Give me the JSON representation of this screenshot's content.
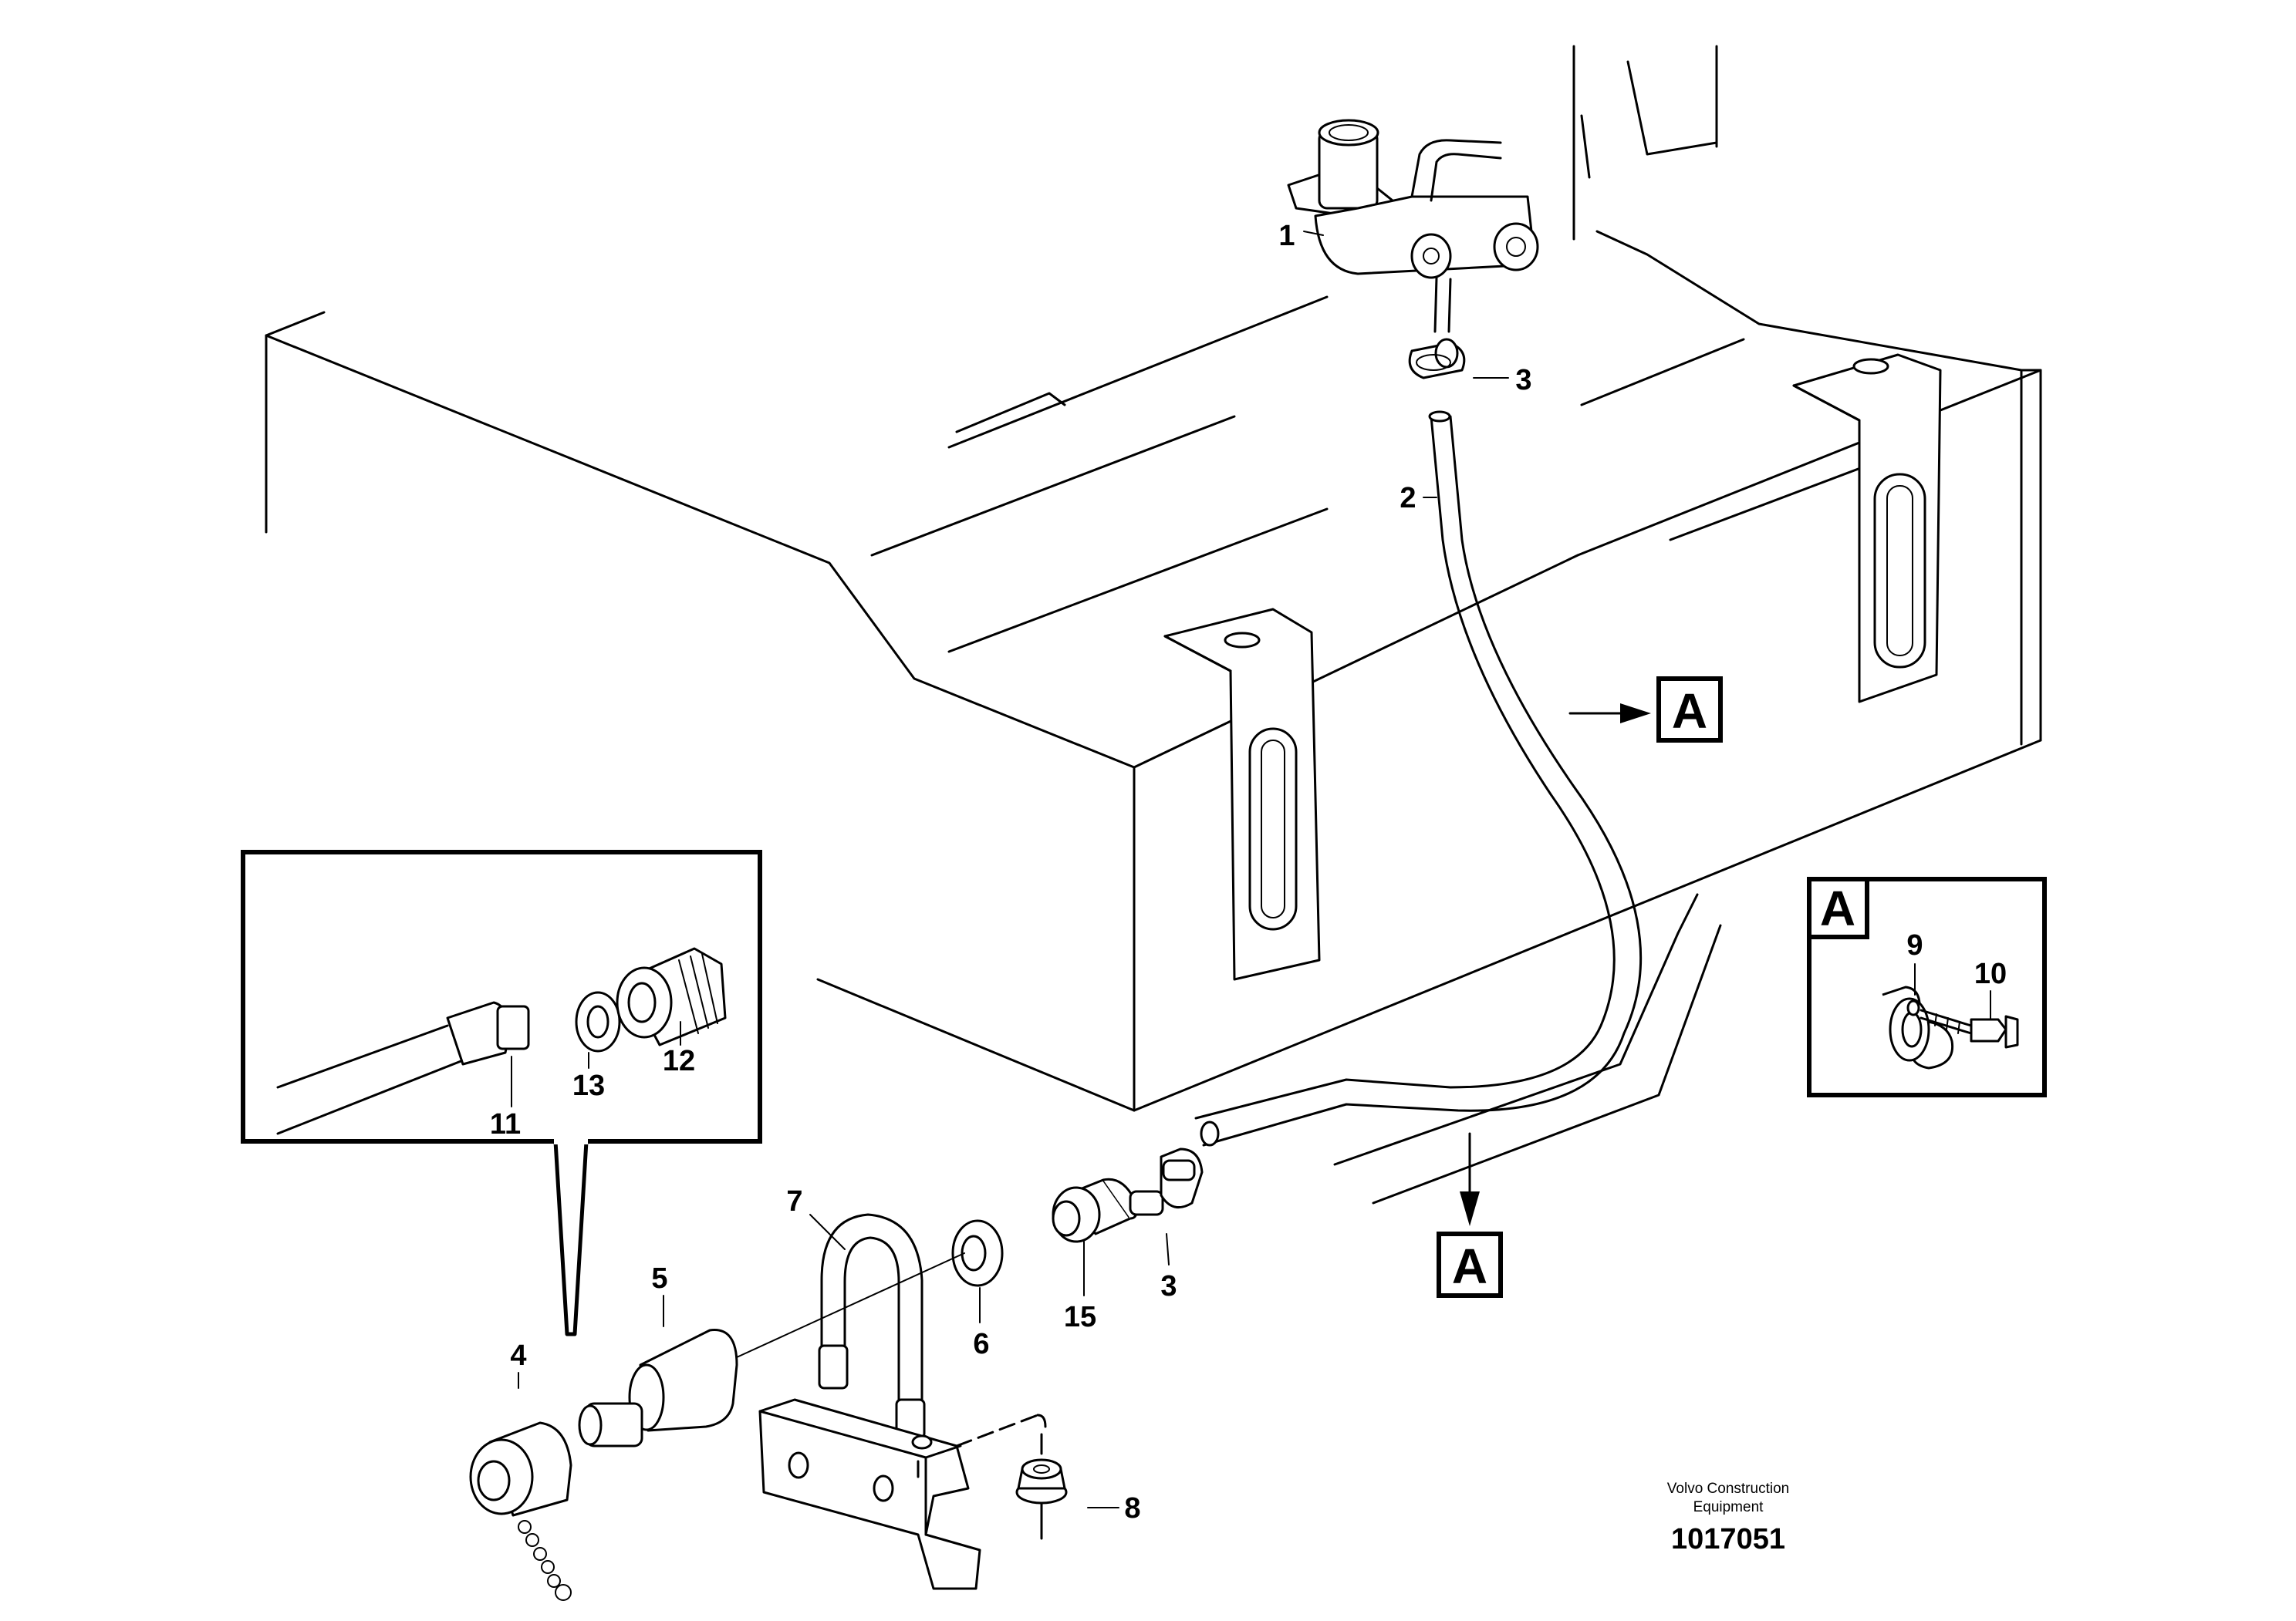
{
  "callouts": {
    "c1": "1",
    "c2": "2",
    "c3_top": "3",
    "c3_bottom": "3",
    "c4": "4",
    "c5": "5",
    "c6": "6",
    "c7": "7",
    "c8": "8",
    "c9": "9",
    "c10": "10",
    "c11": "11",
    "c12": "12",
    "c13": "13",
    "c15": "15"
  },
  "view_markers": {
    "arrow_right": "A",
    "arrow_up": "A",
    "detail_box": "A"
  },
  "footer": {
    "publisher_line1": "Volvo Construction",
    "publisher_line2": "Equipment",
    "drawing_number": "1017051"
  }
}
